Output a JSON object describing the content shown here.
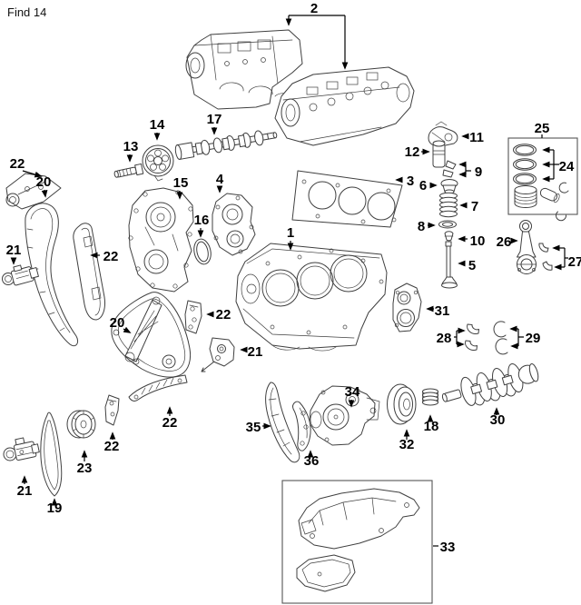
{
  "page": {
    "title": "Find 14",
    "background": "#ffffff",
    "line_color": "#3f3f3f",
    "label_color": "#000000"
  },
  "callouts": [
    {
      "n": "2"
    },
    {
      "n": "13"
    },
    {
      "n": "14"
    },
    {
      "n": "17"
    },
    {
      "n": "22"
    },
    {
      "n": "20"
    },
    {
      "n": "21"
    },
    {
      "n": "22"
    },
    {
      "n": "15"
    },
    {
      "n": "16"
    },
    {
      "n": "4"
    },
    {
      "n": "1"
    },
    {
      "n": "3"
    },
    {
      "n": "12"
    },
    {
      "n": "11"
    },
    {
      "n": "9"
    },
    {
      "n": "6"
    },
    {
      "n": "7"
    },
    {
      "n": "8"
    },
    {
      "n": "10"
    },
    {
      "n": "5"
    },
    {
      "n": "25"
    },
    {
      "n": "24"
    },
    {
      "n": "26"
    },
    {
      "n": "27"
    },
    {
      "n": "31"
    },
    {
      "n": "28"
    },
    {
      "n": "29"
    },
    {
      "n": "30"
    },
    {
      "n": "18"
    },
    {
      "n": "32"
    },
    {
      "n": "34"
    },
    {
      "n": "36"
    },
    {
      "n": "35"
    },
    {
      "n": "33"
    },
    {
      "n": "20"
    },
    {
      "n": "22"
    },
    {
      "n": "21"
    },
    {
      "n": "22"
    },
    {
      "n": "22"
    },
    {
      "n": "23"
    },
    {
      "n": "19"
    },
    {
      "n": "21"
    }
  ]
}
